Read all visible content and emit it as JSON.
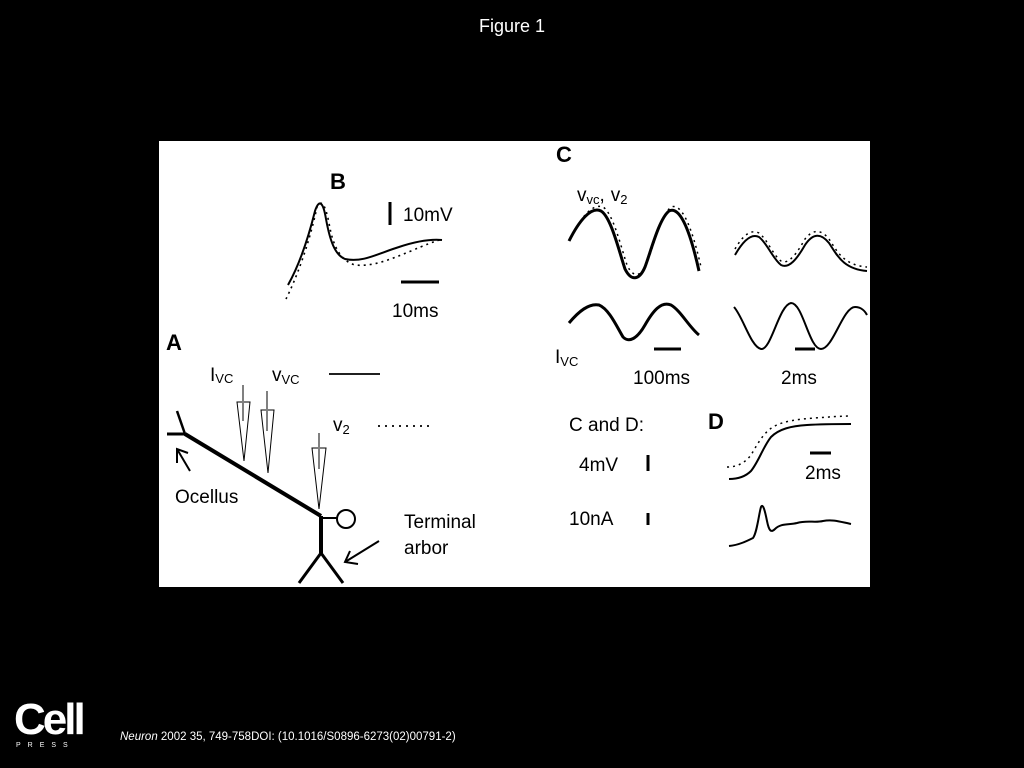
{
  "slide": {
    "title": "Figure 1"
  },
  "figure": {
    "panel_a": {
      "letter": "A",
      "i_vc": "I",
      "i_vc_sub": "VC",
      "v_vc": "v",
      "v_vc_sub": "VC",
      "v_2": "v",
      "v_2_sub": "2",
      "ocellus": "Ocellus",
      "terminal": "Terminal",
      "arbor": "arbor"
    },
    "panel_b": {
      "letter": "B",
      "scale_voltage": "10mV",
      "scale_time": "10ms"
    },
    "panel_c": {
      "letter": "C",
      "v_label": "v",
      "v_label_sub": "vc",
      "v_label_sep": ",",
      "v2_label": "v",
      "v2_label_sub": "2",
      "i_label": "I",
      "i_label_sub": "VC",
      "scale_slow": "100ms",
      "scale_fast": "2ms"
    },
    "legend_cd": {
      "heading": "C and D:",
      "voltage": "4mV",
      "current": "10nA"
    },
    "panel_d": {
      "letter": "D",
      "scale_time": "2ms"
    }
  },
  "footer": {
    "journal": "Neuron",
    "citation": " 2002 35, 749-758DOI: (10.1016/S0896-6273(02)00791-2)"
  },
  "logo": {
    "word": "Cell",
    "sub": "PRESS"
  }
}
